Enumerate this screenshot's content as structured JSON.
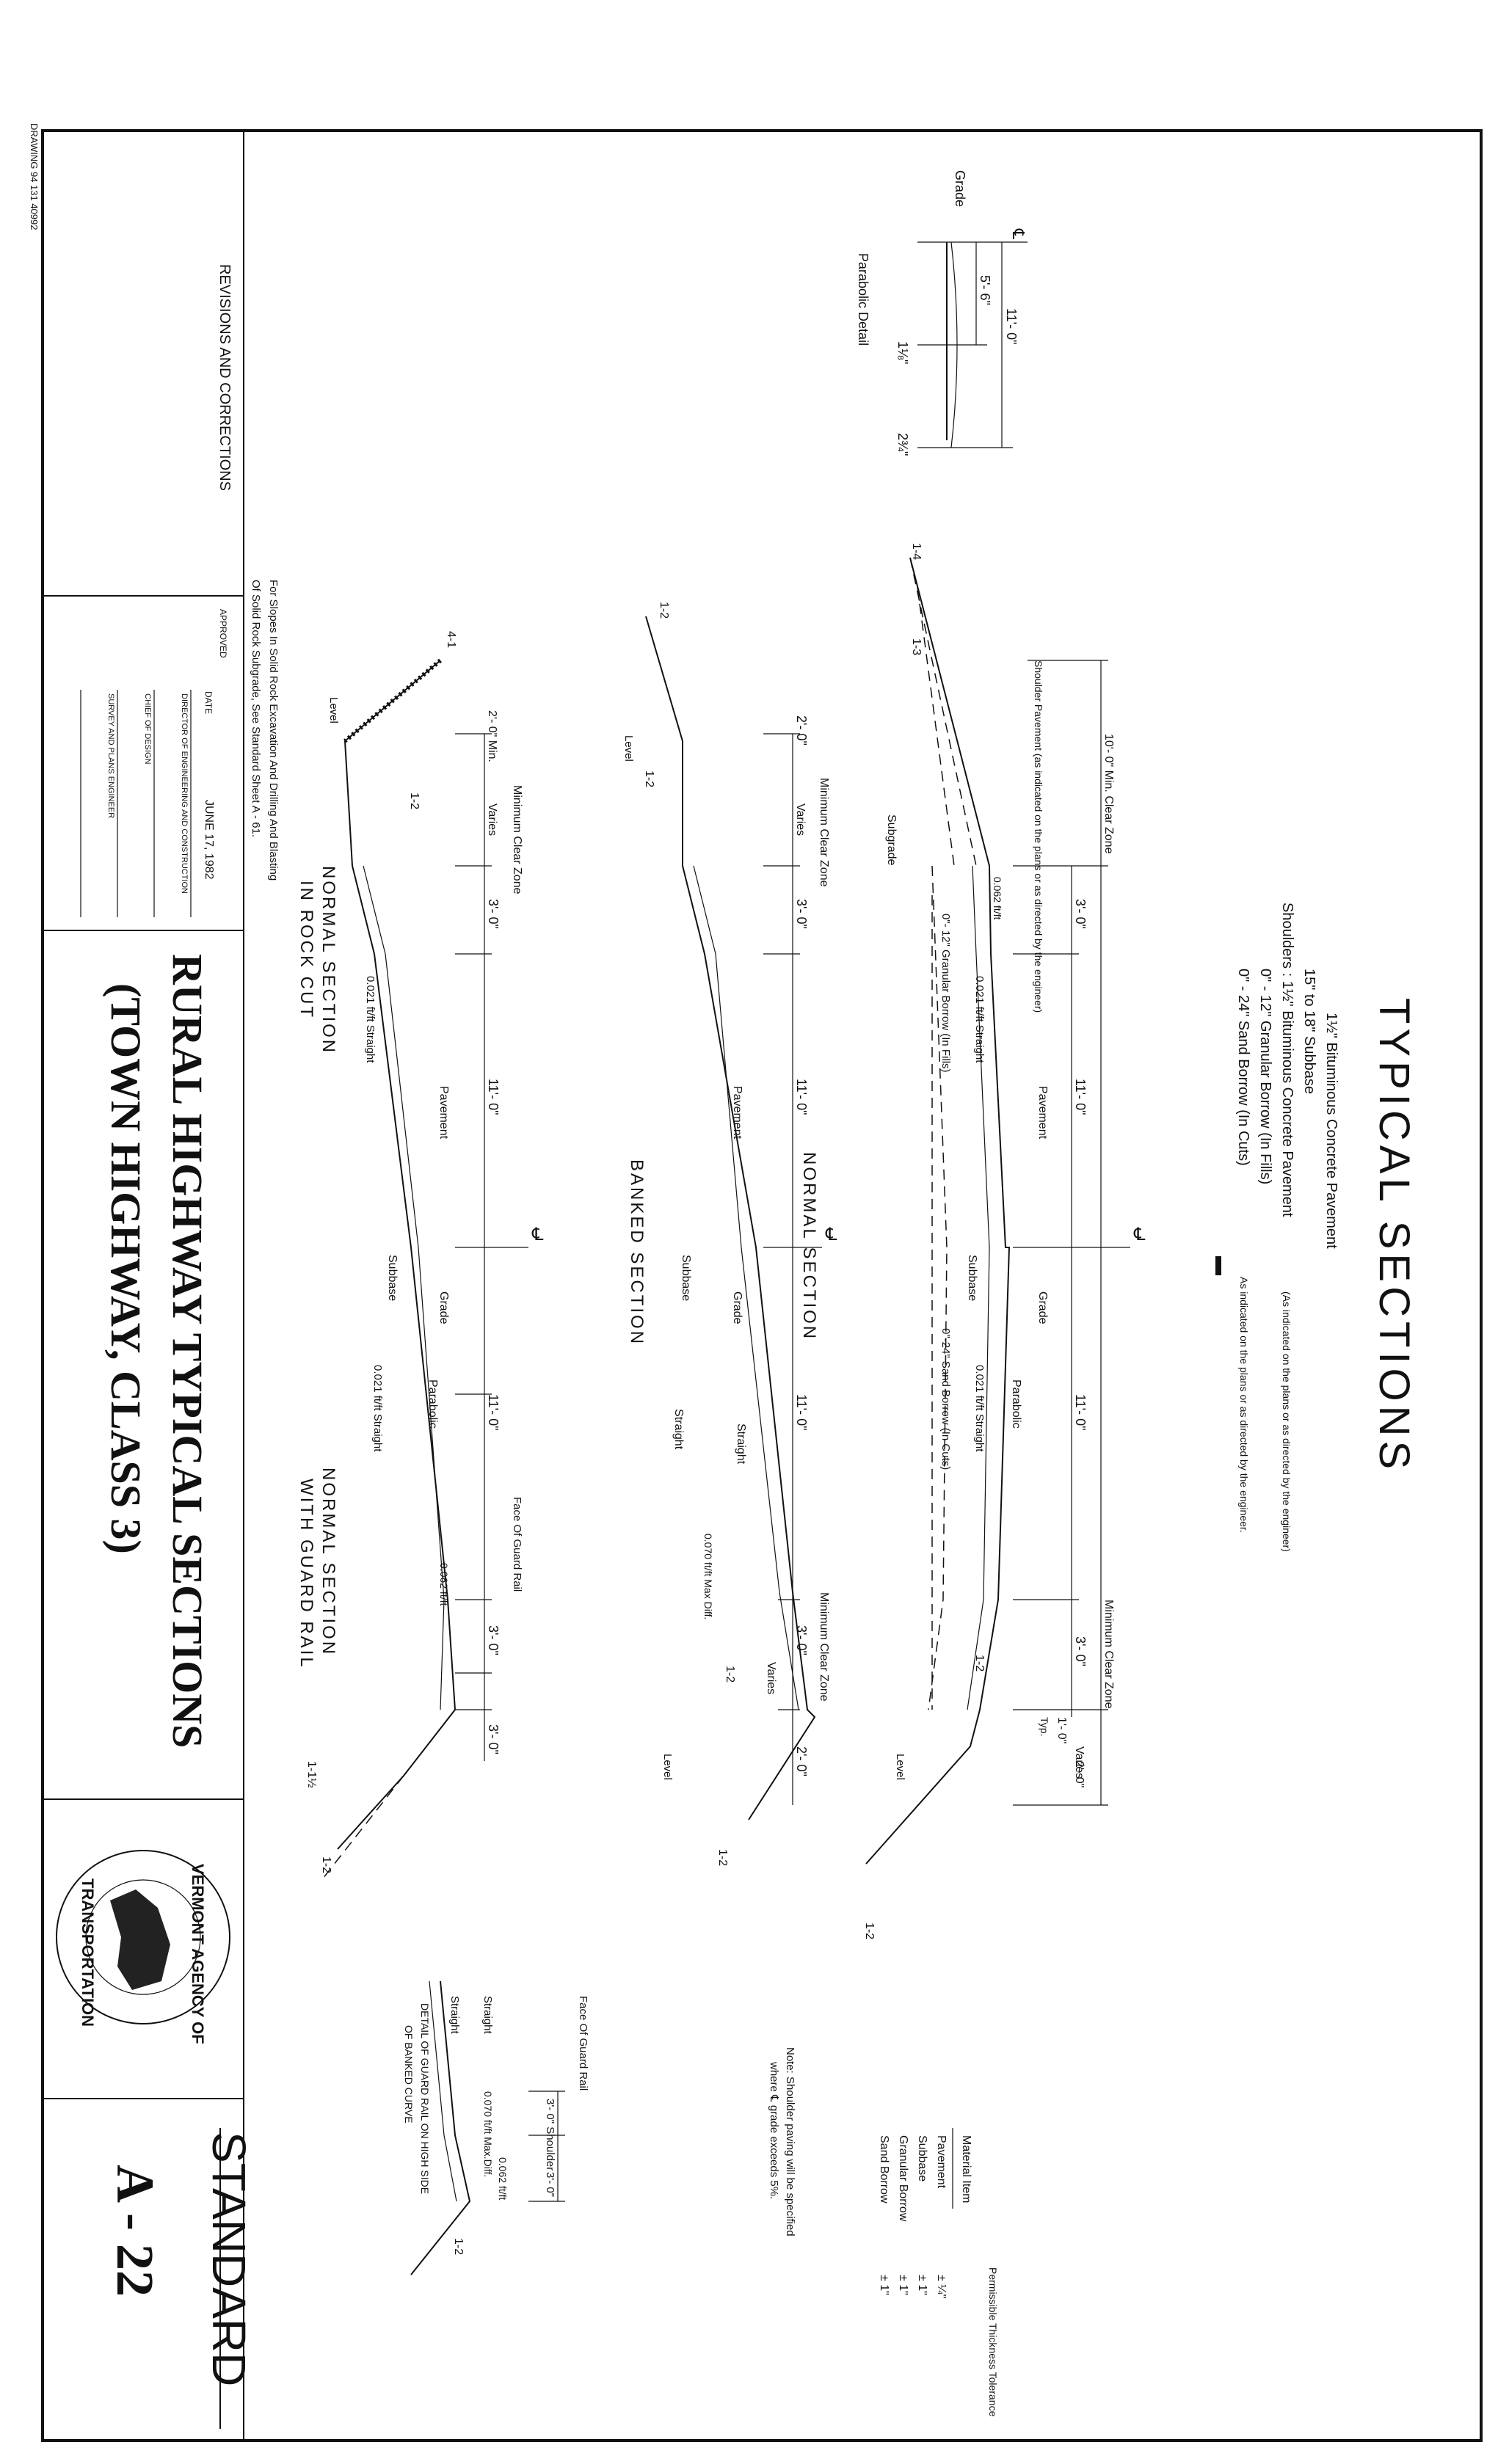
{
  "header_scrawl": "DRAWING 94 131 40992",
  "title_block": {
    "revisions": "REVISIONS AND CORRECTIONS",
    "approved": "APPROVED",
    "date_label": "DATE",
    "date": "JUNE 17, 1982",
    "director": "DIRECTOR OF ENGINEERING AND CONSTRUCTION",
    "chief": "CHIEF OF DESIGN",
    "survey": "SURVEY AND PLANS ENGINEER",
    "title_line1": "RURAL HIGHWAY TYPICAL SECTIONS",
    "title_line2": "(TOWN HIGHWAY, CLASS 3)",
    "agency_top": "VERMONT AGENCY OF",
    "agency_bottom": "TRANSPORTATION",
    "standard": "STANDARD",
    "sheet": "A - 22"
  },
  "main_title": "TYPICAL SECTIONS",
  "legend": {
    "lines": [
      "1½\" Bituminous Concrete Pavement",
      "15\" to 18\" Subbase",
      "Shoulders :   1½\" Bituminous Concrete Pavement",
      "0\" - 12\" Granular Borrow  (In Fills)",
      "0\" - 24\" Sand Borrow (In Cuts)"
    ],
    "note_a": "(As indicated on the plans or as directed by the engineer)",
    "note_b": "As indicated on the plans or as directed by the engineer."
  },
  "parabolic_detail": {
    "title": "Parabolic   Detail",
    "grade": "Grade",
    "cl": "℄",
    "dim_11": "11'- 0\"",
    "dim_55": "5'- 6\"",
    "dim_116": "1⅛\"",
    "dim_234": "2¾\""
  },
  "normal_section": {
    "title": "NORMAL   SECTION",
    "clear_zone_left": "10'- 0\"  Min. Clear Zone",
    "clear_zone_right": "Minimum  Clear  Zone",
    "dims": [
      "3'- 0\"",
      "11'- 0\"",
      "11'- 0\"",
      "3'- 0\"",
      "Varies",
      "1'- 0\"",
      "2'- 0\""
    ],
    "shoulder_note": "Shoulder Pavement (as indicated on the plans or as directed by the engineer)",
    "subgrade": "Subgrade",
    "pavement": "Pavement",
    "subbase": "Subbase",
    "grade": "Grade",
    "parabolic": "Parabolic",
    "granular": "0\"- 12\" Granular Borrow (In Fills)",
    "sand": "0\"-24\" Sand Borrow (In Cuts)",
    "slope1": "0.021 ft/ft  Straight",
    "slope2": "0.021 ft/ft  Straight",
    "shoulder_slope": "0.062 ft/ft",
    "typ": "Typ.",
    "level": "Level",
    "s14": "1-4",
    "s13": "1-3",
    "s12": "1-2"
  },
  "banked_section": {
    "title": "BANKED  SECTION",
    "dims": [
      "2'- 0\"",
      "Varies",
      "3'- 0\"",
      "11'- 0\"",
      "11'- 0\"",
      "3'- 0\"",
      "Varies",
      "2'- 0\""
    ],
    "clear_left": "Minimum  Clear  Zone",
    "clear_right": "Minimum  Clear  Zone",
    "pavement": "Pavement",
    "subbase": "Subbase",
    "grade": "Grade",
    "straight": "Straight",
    "max_diff": "0.070 ft/ft Max Diff.",
    "s12": "1-2",
    "level": "Level"
  },
  "rock_cut": {
    "title": "NORMAL  SECTION",
    "subtitle": "IN  ROCK  CUT",
    "dims": [
      "2'- 0\" Min.",
      "Varies",
      "3'- 0\"",
      "11'- 0\""
    ],
    "clear": "Minimum  Clear  Zone",
    "pavement": "Pavement",
    "slope": "0.021 ft/ft  Straight",
    "s41": "4-1",
    "s12": "1-2",
    "level": "Level",
    "footnote1": "For Slopes In Solid Rock Excavation And Drilling And Blasting",
    "footnote2": "Of Solid Rock Subgrade, See Standard Sheet A - 61."
  },
  "guard_rail": {
    "title": "NORMAL  SECTION",
    "subtitle": "WITH  GUARD  RAIL",
    "dims": [
      "11'- 0\"",
      "3'- 0\"",
      "3'- 0\""
    ],
    "face": "Face Of Guard Rail",
    "grade": "Grade",
    "parabolic": "Parabolic",
    "subbase": "Subbase",
    "slope": "0.021 ft/ft  Straight",
    "shoulder_slope": "0.062 ft/ft",
    "s112": "1-1½",
    "s12": "1-2"
  },
  "guard_detail": {
    "title1": "DETAIL  OF GUARD RAIL ON HIGH SIDE",
    "title2": "OF BANKED CURVE",
    "face": "Face Of Guard Rail",
    "shoulder": "3'- 0\" Shoulder",
    "dim": "3'- 0\"",
    "straight": "Straight",
    "max_diff": "0.070 ft/ft Max.Diff.",
    "shoulder_slope": "0.062 ft/ft",
    "s12": "1-2"
  },
  "tolerance_table": {
    "col1": "Material  Item",
    "col2": "Permissible Thickness Tolerance",
    "rows": [
      {
        "item": "Pavement",
        "tol": "± ¼\""
      },
      {
        "item": "Subbase",
        "tol": "± 1\""
      },
      {
        "item": "Granular  Borrow",
        "tol": "± 1\""
      },
      {
        "item": "Sand Borrow",
        "tol": "± 1\""
      }
    ]
  },
  "shoulder_note": {
    "line1": "Note: Shoulder paving will be specified",
    "line2": "where ℄ grade exceeds 5%."
  }
}
